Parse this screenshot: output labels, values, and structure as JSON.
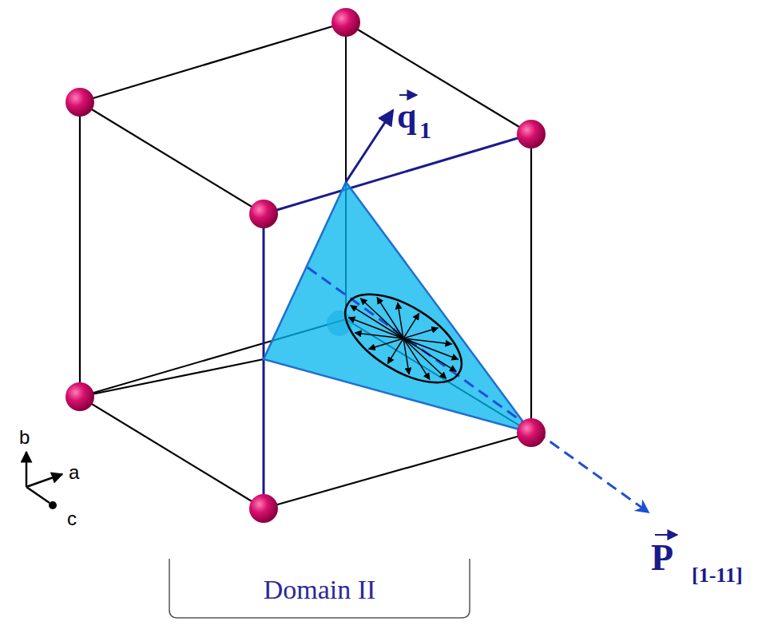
{
  "diagram": {
    "labels": [
      "q",
      "1",
      "P",
      "[1-11]",
      "b",
      "a",
      "c",
      "Domain II"
    ]
  }
}
